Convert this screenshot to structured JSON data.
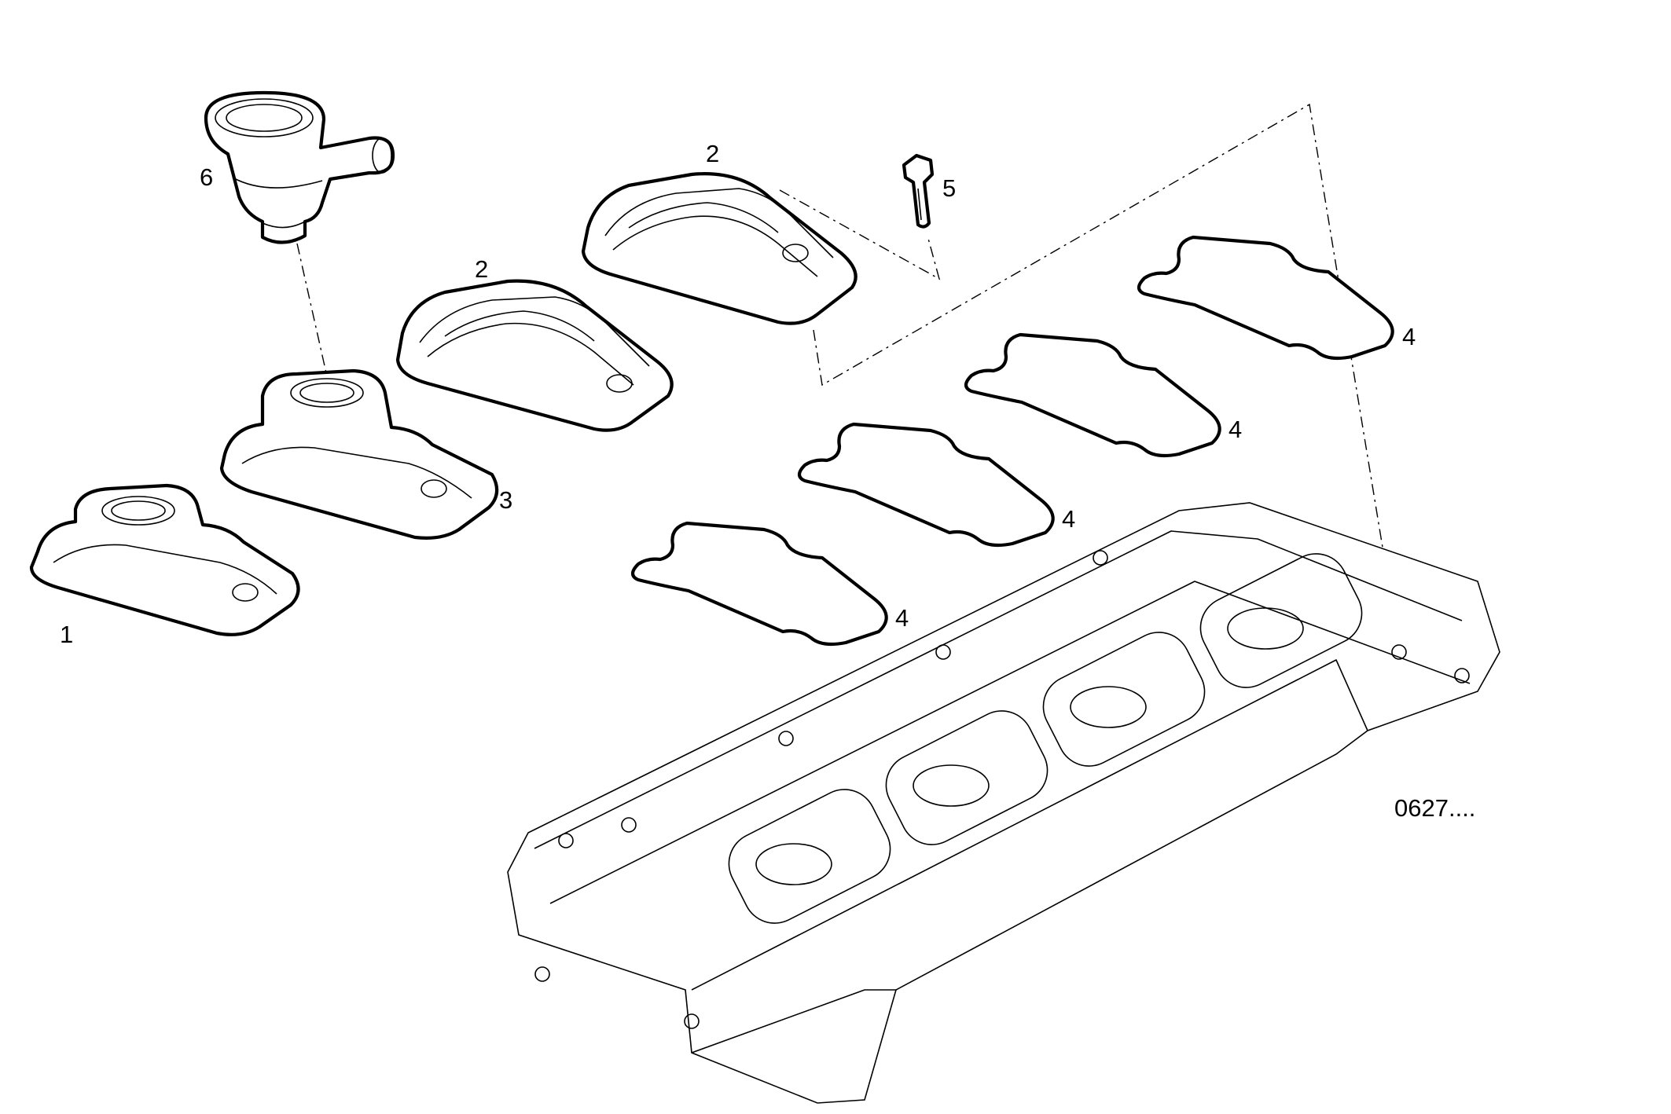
{
  "diagram": {
    "type": "exploded-parts-view",
    "reference_code": "0627....",
    "callouts": [
      {
        "id": "c1",
        "label": "1",
        "part": "valve cover with filler neck"
      },
      {
        "id": "c2a",
        "label": "2",
        "part": "valve cover"
      },
      {
        "id": "c2b",
        "label": "2",
        "part": "valve cover"
      },
      {
        "id": "c3",
        "label": "3",
        "part": "valve cover with filler neck"
      },
      {
        "id": "c4a",
        "label": "4",
        "part": "gasket"
      },
      {
        "id": "c4b",
        "label": "4",
        "part": "gasket"
      },
      {
        "id": "c4c",
        "label": "4",
        "part": "gasket"
      },
      {
        "id": "c4d",
        "label": "4",
        "part": "gasket"
      },
      {
        "id": "c5",
        "label": "5",
        "part": "screw"
      },
      {
        "id": "c6",
        "label": "6",
        "part": "oil filler / breather"
      }
    ]
  }
}
